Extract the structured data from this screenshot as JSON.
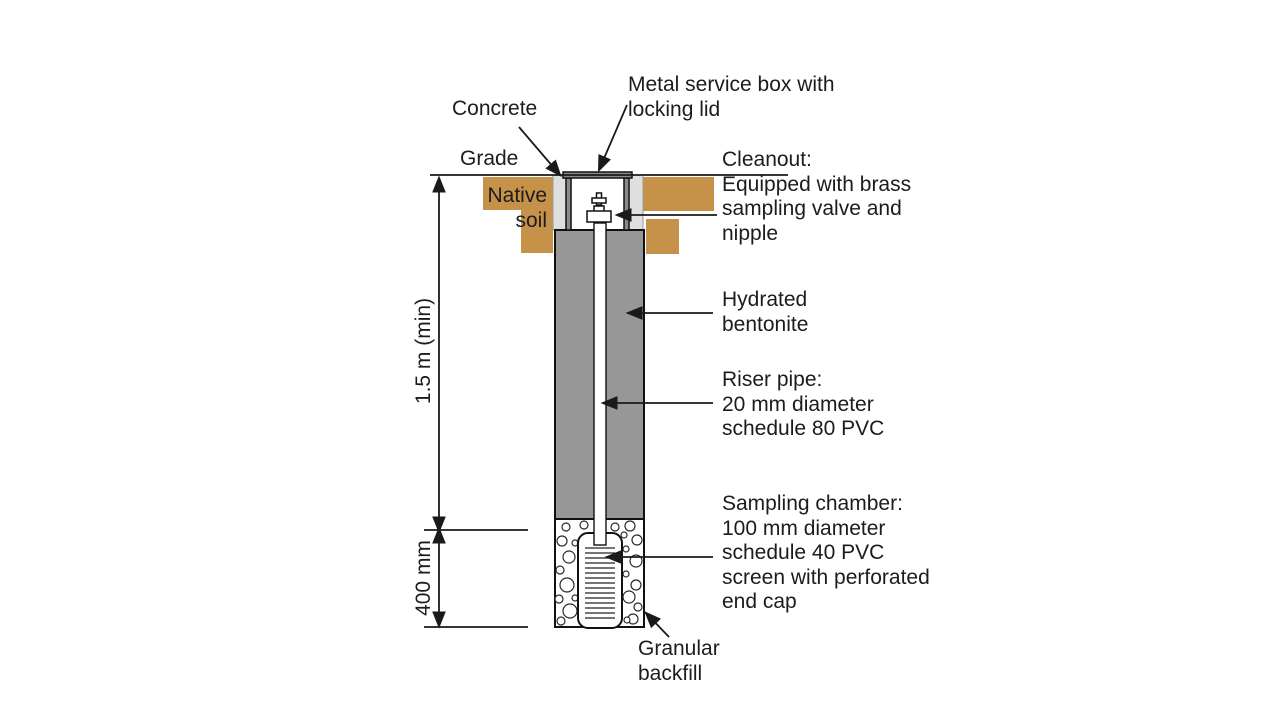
{
  "figure": {
    "description": "Cross-section diagram of a soil-water sampling well installation",
    "background": "#ffffff"
  },
  "labels": {
    "concrete": "Concrete",
    "grade": "Grade",
    "service_box": {
      "lines": [
        "Metal service box with",
        "locking lid"
      ]
    },
    "native_soil": {
      "lines": [
        "Native",
        "soil"
      ]
    },
    "cleanout": {
      "lines": [
        "Cleanout:",
        "Equipped with brass",
        "sampling valve and",
        "nipple"
      ]
    },
    "bentonite": {
      "lines": [
        "Hydrated",
        "bentonite"
      ]
    },
    "riser": {
      "lines": [
        "Riser pipe:",
        "20 mm diameter",
        "schedule 80 PVC"
      ]
    },
    "chamber": {
      "lines": [
        "Sampling chamber:",
        "100 mm diameter",
        "schedule 40 PVC",
        "screen with perforated",
        "end cap"
      ]
    },
    "backfill": {
      "lines": [
        "Granular",
        "backfill"
      ]
    }
  },
  "dimensions": {
    "depth_min": "1.5 m (min)",
    "chamber_depth": "400 mm"
  },
  "colors": {
    "native_soil": "#c6924a",
    "bentonite": "#979797",
    "concrete": "#dfdfdf",
    "service_box": "#8b8b8b",
    "line": "#1a1a1a",
    "pipe_fill": "#ffffff"
  }
}
